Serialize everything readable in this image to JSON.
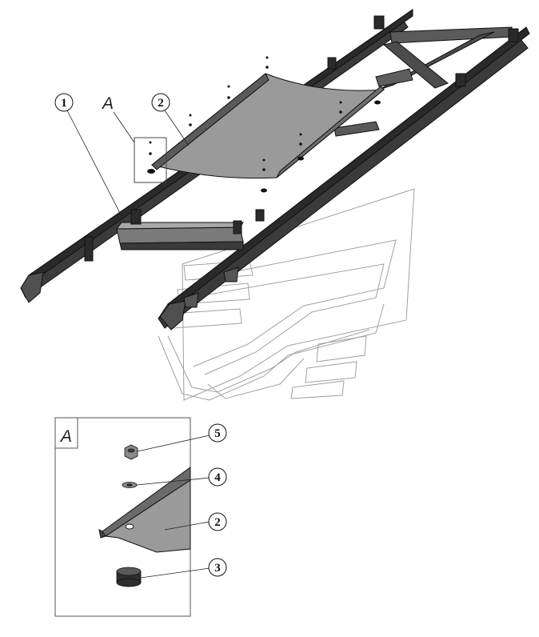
{
  "main_view": {
    "view_label": "A",
    "callouts": [
      {
        "id": "callout-1",
        "label": "1",
        "part": "frame"
      },
      {
        "id": "callout-2",
        "label": "2",
        "part": "cover-plate"
      }
    ]
  },
  "detail_view": {
    "view_label": "A",
    "callouts": [
      {
        "id": "detail-callout-5",
        "label": "5",
        "part": "nut"
      },
      {
        "id": "detail-callout-4",
        "label": "4",
        "part": "washer"
      },
      {
        "id": "detail-callout-2",
        "label": "2",
        "part": "cover-plate"
      },
      {
        "id": "detail-callout-3",
        "label": "3",
        "part": "rubber-bushing"
      }
    ]
  },
  "colors": {
    "line": "#111111",
    "frame_dark": "#3a3a3a",
    "frame_mid": "#6b6b6b",
    "plate": "#8c8c8c",
    "ghost_outline": "#9a9a9a"
  }
}
